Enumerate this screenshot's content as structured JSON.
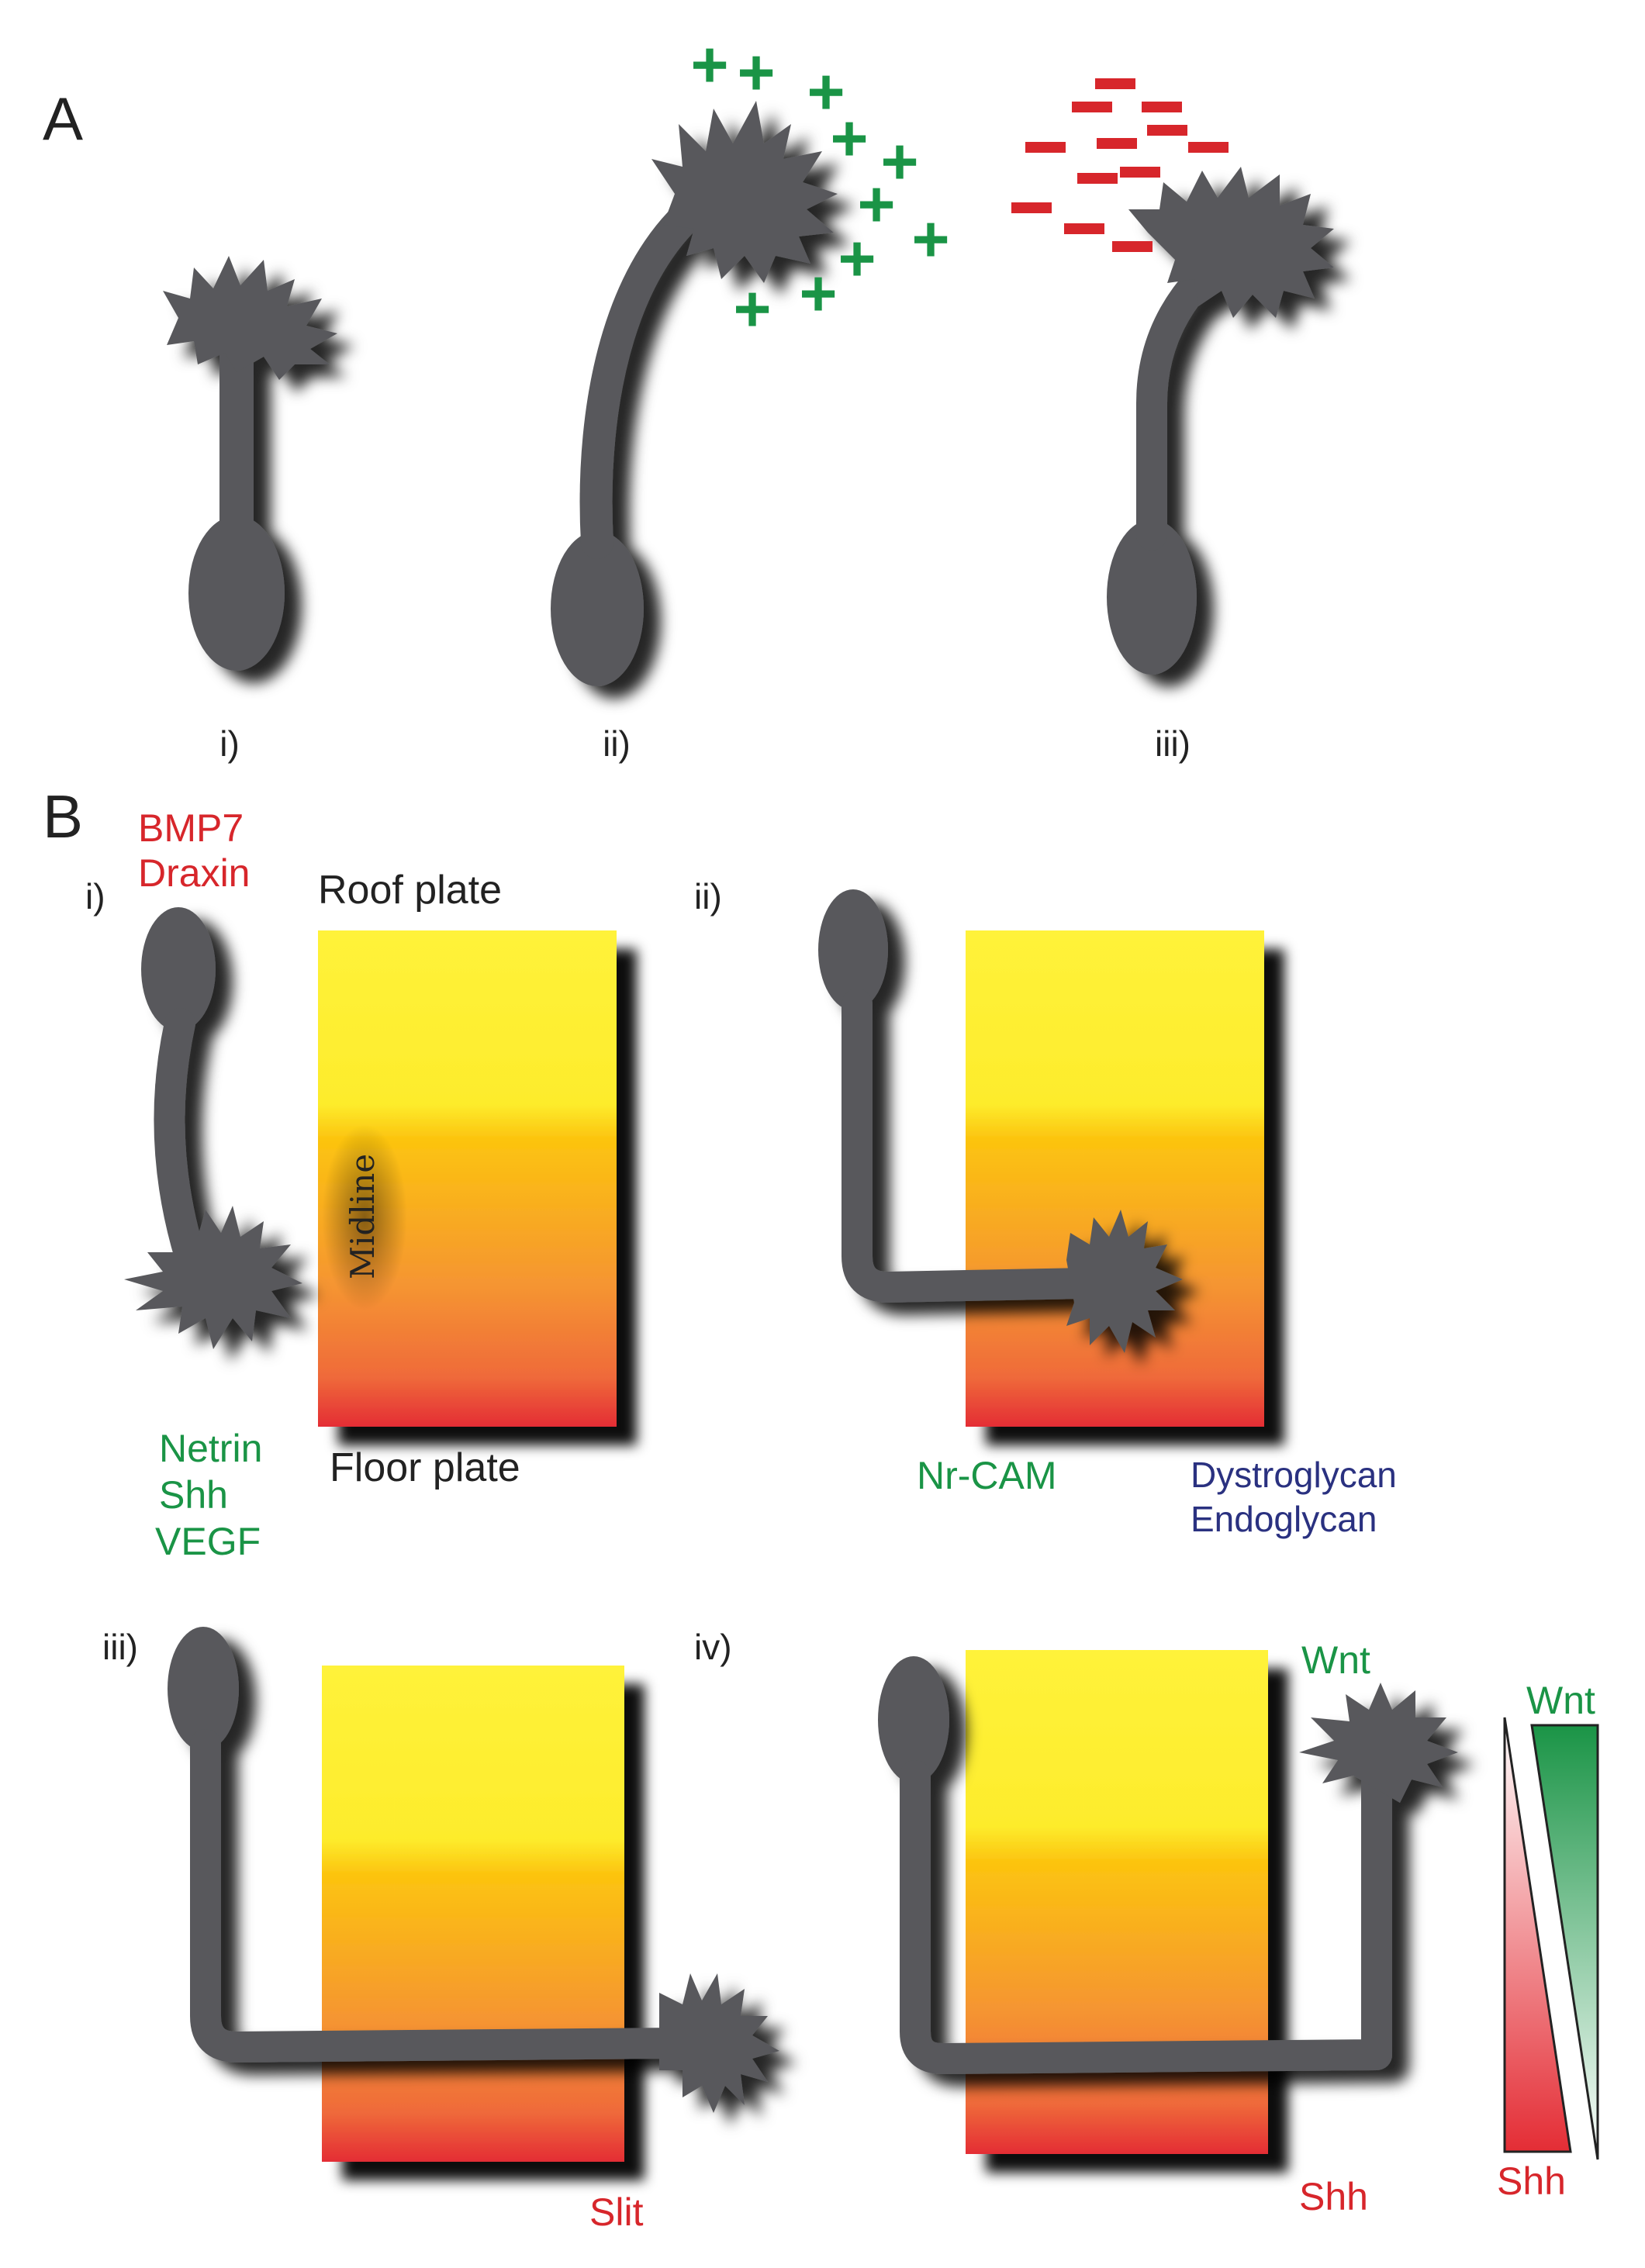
{
  "panel_a": {
    "label": "A",
    "sublabels": [
      "i)",
      "ii)",
      "iii)"
    ],
    "attractant_symbol": "+",
    "repellent_symbol": "−"
  },
  "panel_b": {
    "label": "B",
    "sublabels": [
      "i)",
      "ii)",
      "iii)",
      "iv)"
    ],
    "roof_plate": "Roof plate",
    "floor_plate": "Floor plate",
    "midline": "Midline",
    "repellents_top": [
      "BMP7",
      "Draxin"
    ],
    "attractants_bottom": [
      "Netrin",
      "Shh",
      "VEGF"
    ],
    "nrcam": "Nr-CAM",
    "glycans": [
      "Dystroglycan",
      "Endoglycan"
    ],
    "slit": "Slit",
    "wnt_top": "Wnt",
    "shh_bottom": "Shh",
    "gradient_wnt": "Wnt",
    "gradient_shh": "Shh"
  },
  "colors": {
    "neuron": "#58595b",
    "attractant": "#1a9446",
    "repellent": "#d7262b",
    "plate_top": "#fff23a",
    "plate_mid": "#fcc40f",
    "plate_bottom": "#e8393a",
    "glycan_text": "#2a3180"
  }
}
